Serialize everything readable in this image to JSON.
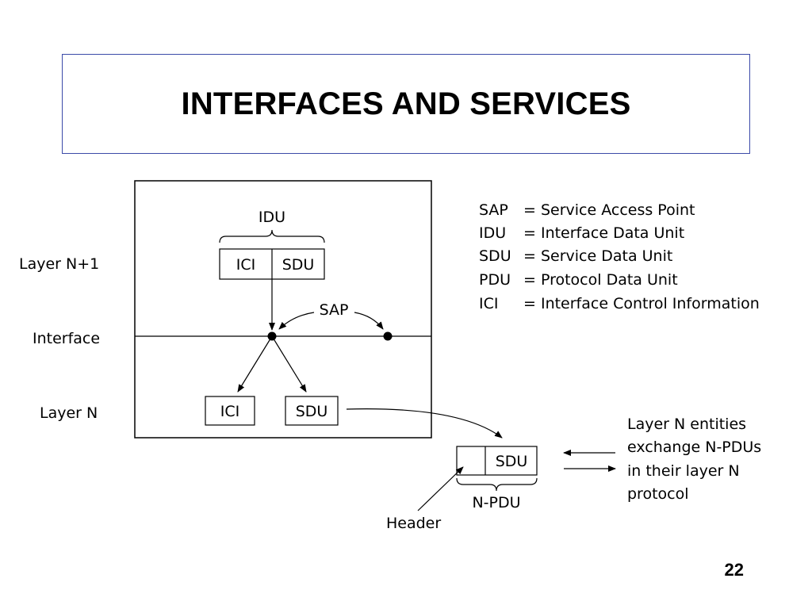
{
  "title": "INTERFACES AND SERVICES",
  "page_number": "22",
  "layer_labels": {
    "layer_n_plus_1": "Layer N+1",
    "interface": "Interface",
    "layer_n": "Layer N"
  },
  "diagram": {
    "idu_label": "IDU",
    "ici": "ICI",
    "sdu": "SDU",
    "sap": "SAP",
    "ici_lower": "ICI",
    "sdu_lower": "SDU",
    "pdu_sdu": "SDU",
    "npdu": "N-PDU",
    "header": "Header"
  },
  "legend": [
    {
      "abbr": "SAP",
      "meaning": "= Service Access Point"
    },
    {
      "abbr": "IDU",
      "meaning": "= Interface Data Unit"
    },
    {
      "abbr": "SDU",
      "meaning": "= Service Data Unit"
    },
    {
      "abbr": "PDU",
      "meaning": "= Protocol Data Unit"
    },
    {
      "abbr": "ICI",
      "meaning": "= Interface Control Information"
    }
  ],
  "note_lines": [
    "Layer N entities",
    "exchange N-PDUs",
    "in their layer N",
    "protocol"
  ]
}
